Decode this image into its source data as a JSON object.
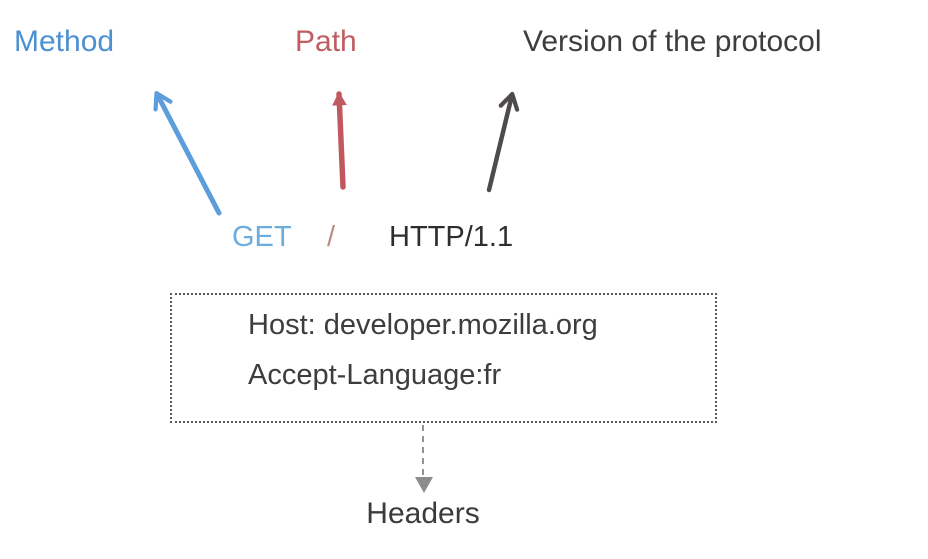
{
  "diagram": {
    "title_hint": "Anatomy of an HTTP request line and headers",
    "annotations": {
      "method": {
        "label": "Method",
        "color": "#4a90d2"
      },
      "path": {
        "label": "Path",
        "color": "#bf5d62"
      },
      "version": {
        "label": "Version of the protocol",
        "color": "#3d3d3d"
      }
    },
    "request_line": {
      "method": {
        "text": "GET",
        "color": "#6cacdf"
      },
      "path": {
        "text": "/",
        "color": "#b98e80"
      },
      "version": {
        "text": "HTTP/1.1",
        "color": "#2e2e2e"
      }
    },
    "arrows": {
      "method": {
        "color": "#5b9edb"
      },
      "path": {
        "color": "#c0595f"
      },
      "version": {
        "color": "#4f4b4a"
      },
      "headers": {
        "color": "#8c8c8c",
        "dash_color": "#939393"
      }
    },
    "headers_box": {
      "border_color": "#5a5a5a",
      "text_color": "#3d3d3d",
      "lines": [
        "Host: developer.mozilla.org",
        "Accept-Language:fr"
      ]
    },
    "headers_label": {
      "text": "Headers",
      "color": "#3b3b3b"
    }
  }
}
